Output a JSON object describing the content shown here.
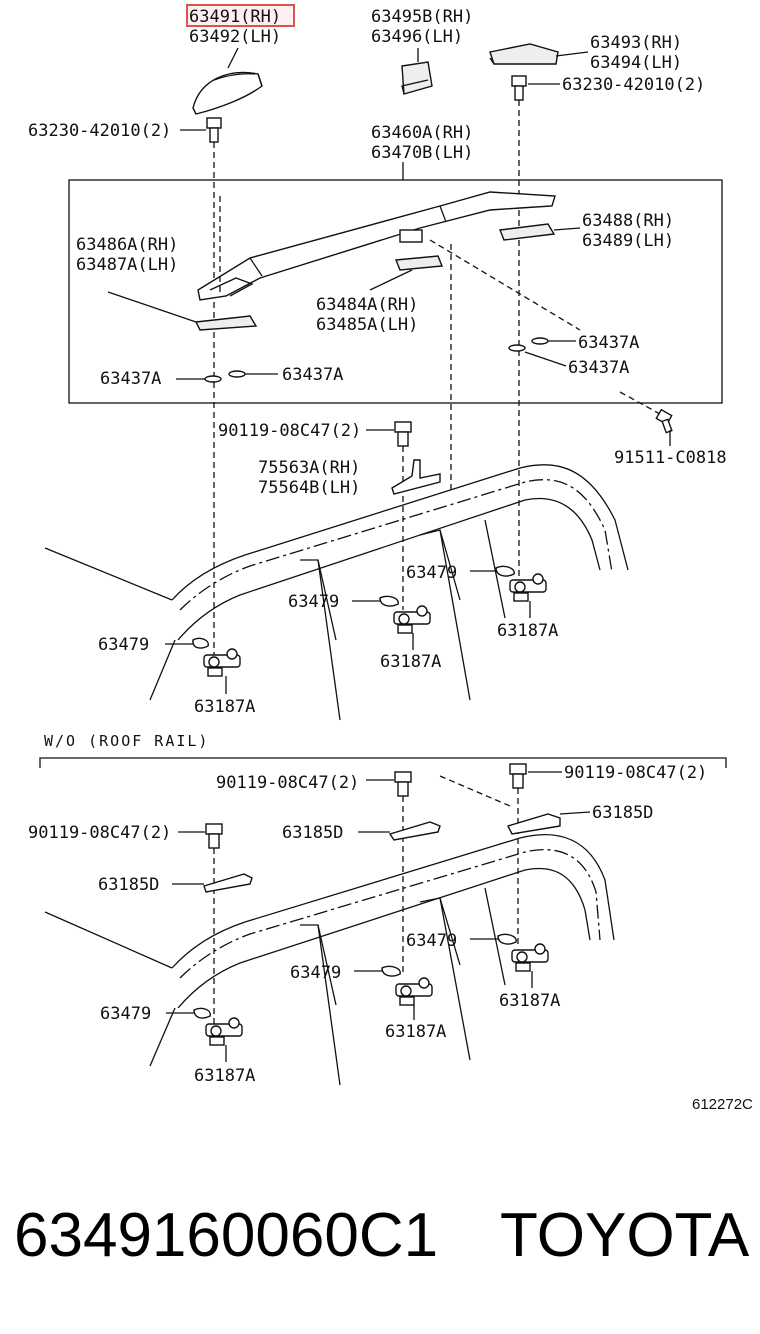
{
  "labels": {
    "p63491": "63491(RH)",
    "p63492": "63492(LH)",
    "p63495b": "63495B(RH)",
    "p63496": "63496(LH)",
    "p63493": "63493(RH)",
    "p63494": "63494(LH)",
    "bolt_a": "63230-42010(2)",
    "bolt_b": "63230-42010(2)",
    "p63460a": "63460A(RH)",
    "p63470b": "63470B(LH)",
    "p63488": "63488(RH)",
    "p63489": "63489(LH)",
    "p63486a": "63486A(RH)",
    "p63487a": "63487A(LH)",
    "p63484a": "63484A(RH)",
    "p63485a": "63485A(LH)",
    "w1": "63437A",
    "w2": "63437A",
    "w3": "63437A",
    "w4": "63437A",
    "screw": "91511-C0818",
    "bolt_c": "90119-08C47(2)",
    "p75563a": "75563A(RH)",
    "p75564b": "75564B(LH)",
    "s1": "63479",
    "s2": "63479",
    "s3": "63479",
    "c1": "63187A",
    "c2": "63187A",
    "c3": "63187A",
    "section": "W/O (ROOF  RAIL)",
    "bolt_d": "90119-08C47(2)",
    "bolt_e": "90119-08C47(2)",
    "bolt_f": "90119-08C47(2)",
    "b1": "63185D",
    "b2": "63185D",
    "b3": "63185D",
    "s4": "63479",
    "s5": "63479",
    "s6": "63479",
    "c4": "63187A",
    "c5": "63187A",
    "c6": "63187A",
    "ref_code": "612272C"
  },
  "footer": {
    "part_number": "6349160060C1",
    "brand": "TOYOTA"
  },
  "colors": {
    "highlight": "#d9534f",
    "ink": "#111111"
  }
}
